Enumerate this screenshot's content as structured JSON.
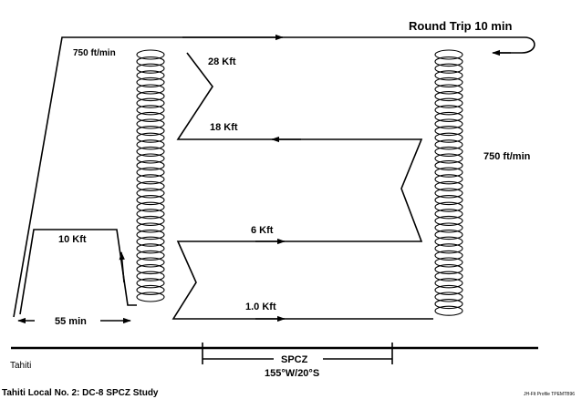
{
  "labels": {
    "round_trip": "Round Trip 10 min",
    "rate_left": "750 ft/min",
    "rate_right": "750 ft/min",
    "alt_28": "28 Kft",
    "alt_18": "18 Kft",
    "alt_10": "10 Kft",
    "alt_6": "6 Kft",
    "alt_1": "1.0 Kft",
    "duration": "55 min",
    "origin": "Tahiti",
    "region": "SPCZ",
    "position": "155°W/20°S",
    "footer_title": "Tahiti Local No. 2:  DC-8 SPCZ Study",
    "footer_note": "JH-Flt Profile TPEMTB96"
  }
}
